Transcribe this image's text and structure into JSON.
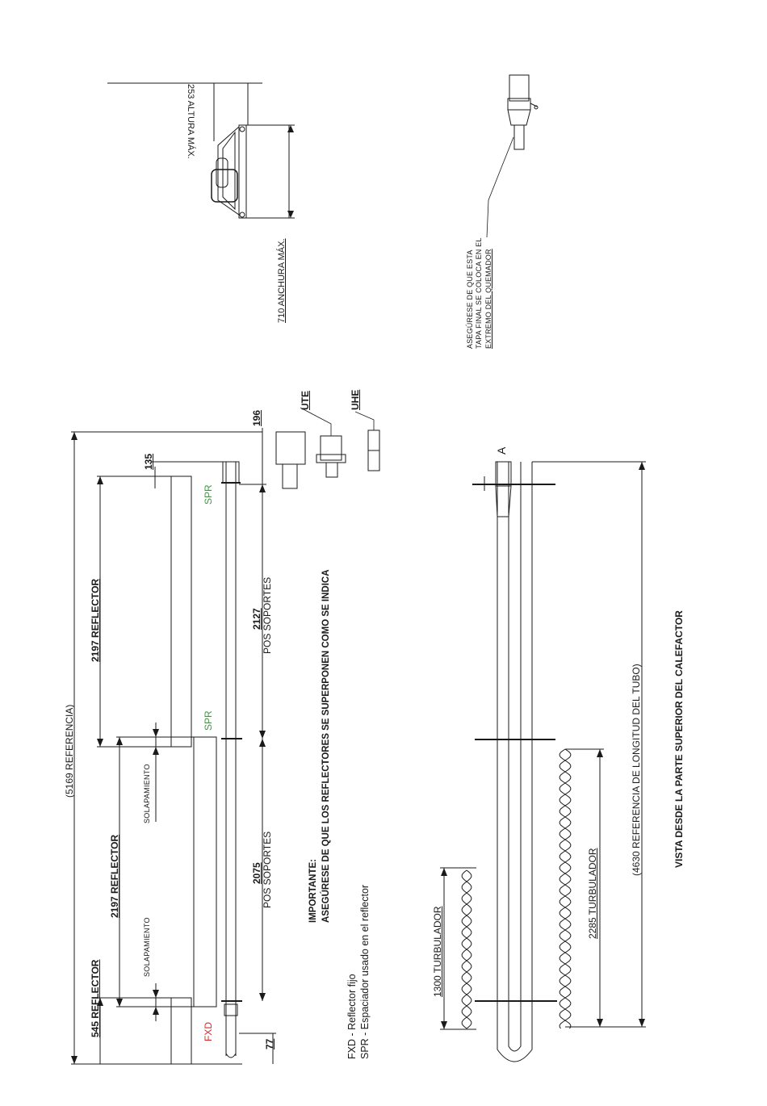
{
  "labels": {
    "ref_5169": "(5169 REFERENCIA)",
    "refl_545": "545 REFLECTOR",
    "refl_2197_a": "2197 REFLECTOR",
    "refl_2197_b": "2197 REFLECTOR",
    "solapamiento_a": "SOLAPAMIENTO",
    "solapamiento_b": "SOLAPAMIENTO",
    "dim_135": "135",
    "dim_196": "196",
    "dim_77": "77",
    "spr_top": "SPR",
    "spr_mid": "SPR",
    "fxd": "FXD",
    "pos_2127_num": "2127",
    "pos_2127_txt": "POS SOPORTES",
    "pos_2075_num": "2075",
    "pos_2075_txt": "POS SOPORTES",
    "ute": "UTE",
    "uhe": "UHE",
    "altura": "253 ALTURA MÁX.",
    "anchura": "710 ANCHURA MÁX.",
    "section_a": "A",
    "turb_1300": "1300 TURBULADOR",
    "turb_2285": "2285 TURBULADOR",
    "ref_4630": "(4630 REFERENCIA DE LONGITUD DEL TUBO)",
    "vista": "VISTA DESDE LA PARTE SUPERIOR DEL CALEFACTOR"
  },
  "important": {
    "title": "IMPORTANTE:",
    "text": "ASEGÚRESE DE QUE LOS REFLECTORES SE SUPERPONEN COMO SE INDICA"
  },
  "legend": {
    "fxd": "FXD - Reflector fijo",
    "spr": "SPR - Espaciador usado en el reflector"
  },
  "endcap_note": {
    "line1": "ASEGÚRESE DE QUE ESTA",
    "line2": "TAPA FINAL SE COLOCA EN EL",
    "line3": "EXTREMO DEL QUEMADOR"
  },
  "colors": {
    "line": "#1a1a1a",
    "spr_green": "#3a9a3a",
    "fxd_red": "#d42a2a"
  }
}
